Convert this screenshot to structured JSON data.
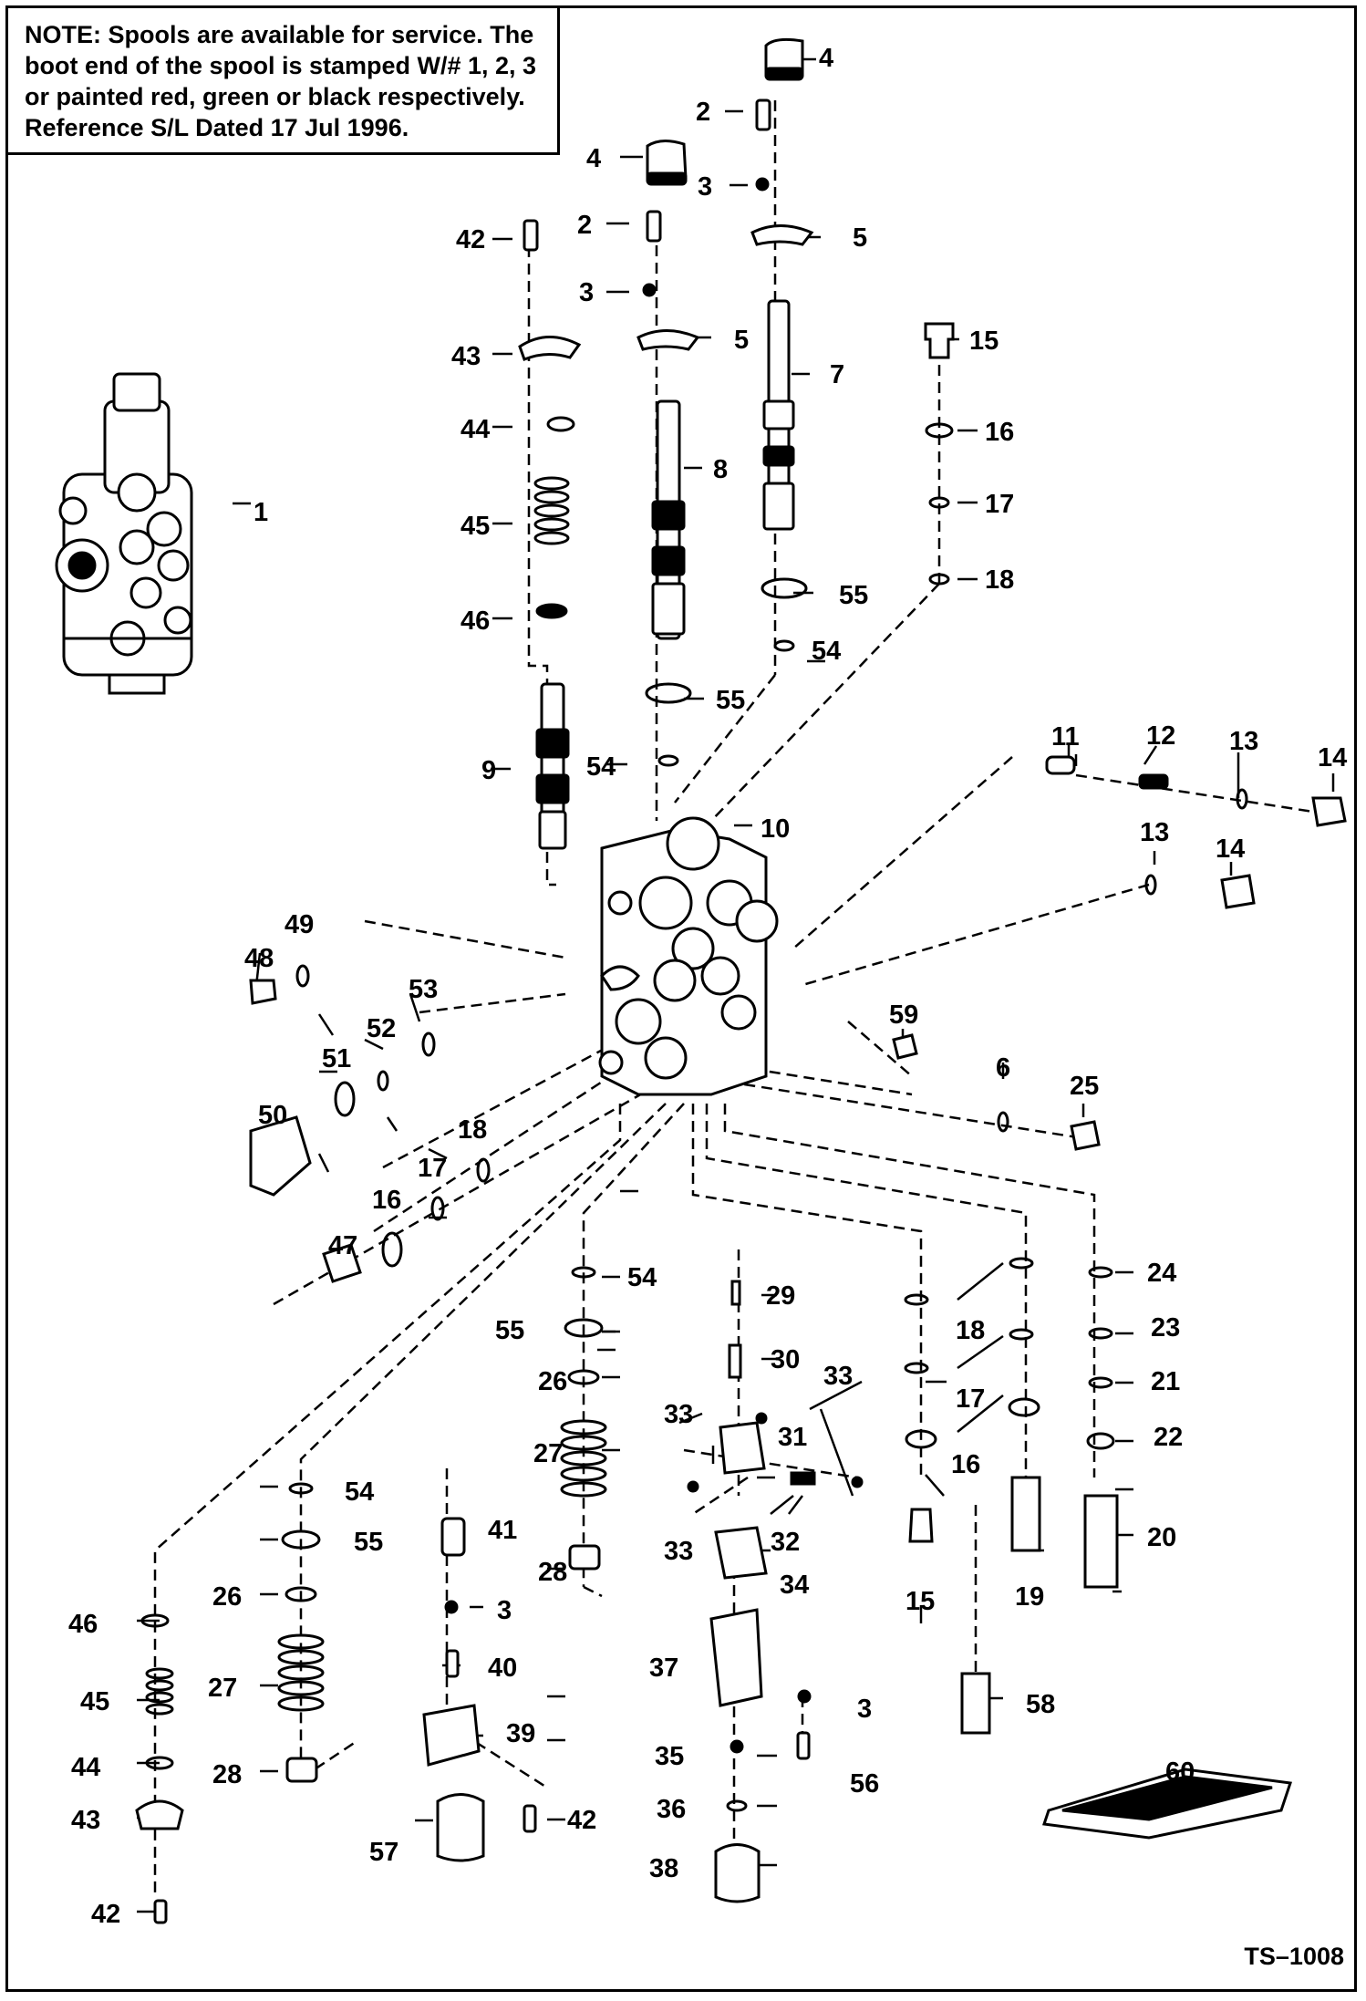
{
  "note": {
    "heading": "NOTE:",
    "lines": [
      " Spools are available for service.  The",
      "boot end of the spool is stamped W/# 1, 2, 3",
      "or painted red, green or black respectively.",
      "Reference S/L Dated 17 Jul 1996."
    ]
  },
  "figure_code": "TS–1008",
  "callouts": [
    {
      "id": "c1",
      "label": "1"
    },
    {
      "id": "c2a",
      "label": "2"
    },
    {
      "id": "c2b",
      "label": "2"
    },
    {
      "id": "c3a",
      "label": "3"
    },
    {
      "id": "c3b",
      "label": "3"
    },
    {
      "id": "c3c",
      "label": "3"
    },
    {
      "id": "c3d",
      "label": "3"
    },
    {
      "id": "c4a",
      "label": "4"
    },
    {
      "id": "c4b",
      "label": "4"
    },
    {
      "id": "c5a",
      "label": "5"
    },
    {
      "id": "c5b",
      "label": "5"
    },
    {
      "id": "c6",
      "label": "6"
    },
    {
      "id": "c7",
      "label": "7"
    },
    {
      "id": "c8",
      "label": "8"
    },
    {
      "id": "c9",
      "label": "9"
    },
    {
      "id": "c10",
      "label": "10"
    },
    {
      "id": "c11",
      "label": "11"
    },
    {
      "id": "c12",
      "label": "12"
    },
    {
      "id": "c13a",
      "label": "13"
    },
    {
      "id": "c13b",
      "label": "13"
    },
    {
      "id": "c14a",
      "label": "14"
    },
    {
      "id": "c14b",
      "label": "14"
    },
    {
      "id": "c15a",
      "label": "15"
    },
    {
      "id": "c15b",
      "label": "15"
    },
    {
      "id": "c16a",
      "label": "16"
    },
    {
      "id": "c16b",
      "label": "16"
    },
    {
      "id": "c16c",
      "label": "16"
    },
    {
      "id": "c17a",
      "label": "17"
    },
    {
      "id": "c17b",
      "label": "17"
    },
    {
      "id": "c17c",
      "label": "17"
    },
    {
      "id": "c18a",
      "label": "18"
    },
    {
      "id": "c18b",
      "label": "18"
    },
    {
      "id": "c18c",
      "label": "18"
    },
    {
      "id": "c19",
      "label": "19"
    },
    {
      "id": "c20",
      "label": "20"
    },
    {
      "id": "c21",
      "label": "21"
    },
    {
      "id": "c22",
      "label": "22"
    },
    {
      "id": "c23",
      "label": "23"
    },
    {
      "id": "c24",
      "label": "24"
    },
    {
      "id": "c25",
      "label": "25"
    },
    {
      "id": "c26a",
      "label": "26"
    },
    {
      "id": "c26b",
      "label": "26"
    },
    {
      "id": "c27a",
      "label": "27"
    },
    {
      "id": "c27b",
      "label": "27"
    },
    {
      "id": "c28a",
      "label": "28"
    },
    {
      "id": "c28b",
      "label": "28"
    },
    {
      "id": "c29",
      "label": "29"
    },
    {
      "id": "c30",
      "label": "30"
    },
    {
      "id": "c31",
      "label": "31"
    },
    {
      "id": "c32",
      "label": "32"
    },
    {
      "id": "c33a",
      "label": "33"
    },
    {
      "id": "c33b",
      "label": "33"
    },
    {
      "id": "c33c",
      "label": "33"
    },
    {
      "id": "c34",
      "label": "34"
    },
    {
      "id": "c35",
      "label": "35"
    },
    {
      "id": "c36",
      "label": "36"
    },
    {
      "id": "c37",
      "label": "37"
    },
    {
      "id": "c38",
      "label": "38"
    },
    {
      "id": "c39",
      "label": "39"
    },
    {
      "id": "c40",
      "label": "40"
    },
    {
      "id": "c41",
      "label": "41"
    },
    {
      "id": "c42a",
      "label": "42"
    },
    {
      "id": "c42b",
      "label": "42"
    },
    {
      "id": "c42c",
      "label": "42"
    },
    {
      "id": "c43a",
      "label": "43"
    },
    {
      "id": "c43b",
      "label": "43"
    },
    {
      "id": "c44a",
      "label": "44"
    },
    {
      "id": "c44b",
      "label": "44"
    },
    {
      "id": "c45a",
      "label": "45"
    },
    {
      "id": "c45b",
      "label": "45"
    },
    {
      "id": "c46a",
      "label": "46"
    },
    {
      "id": "c46b",
      "label": "46"
    },
    {
      "id": "c47",
      "label": "47"
    },
    {
      "id": "c48",
      "label": "48"
    },
    {
      "id": "c49",
      "label": "49"
    },
    {
      "id": "c50",
      "label": "50"
    },
    {
      "id": "c51",
      "label": "51"
    },
    {
      "id": "c52",
      "label": "52"
    },
    {
      "id": "c53",
      "label": "53"
    },
    {
      "id": "c54a",
      "label": "54"
    },
    {
      "id": "c54b",
      "label": "54"
    },
    {
      "id": "c54c",
      "label": "54"
    },
    {
      "id": "c54d",
      "label": "54"
    },
    {
      "id": "c55a",
      "label": "55"
    },
    {
      "id": "c55b",
      "label": "55"
    },
    {
      "id": "c55c",
      "label": "55"
    },
    {
      "id": "c55d",
      "label": "55"
    },
    {
      "id": "c56",
      "label": "56"
    },
    {
      "id": "c57",
      "label": "57"
    },
    {
      "id": "c58",
      "label": "58"
    },
    {
      "id": "c59",
      "label": "59"
    },
    {
      "id": "c60",
      "label": "60"
    }
  ]
}
